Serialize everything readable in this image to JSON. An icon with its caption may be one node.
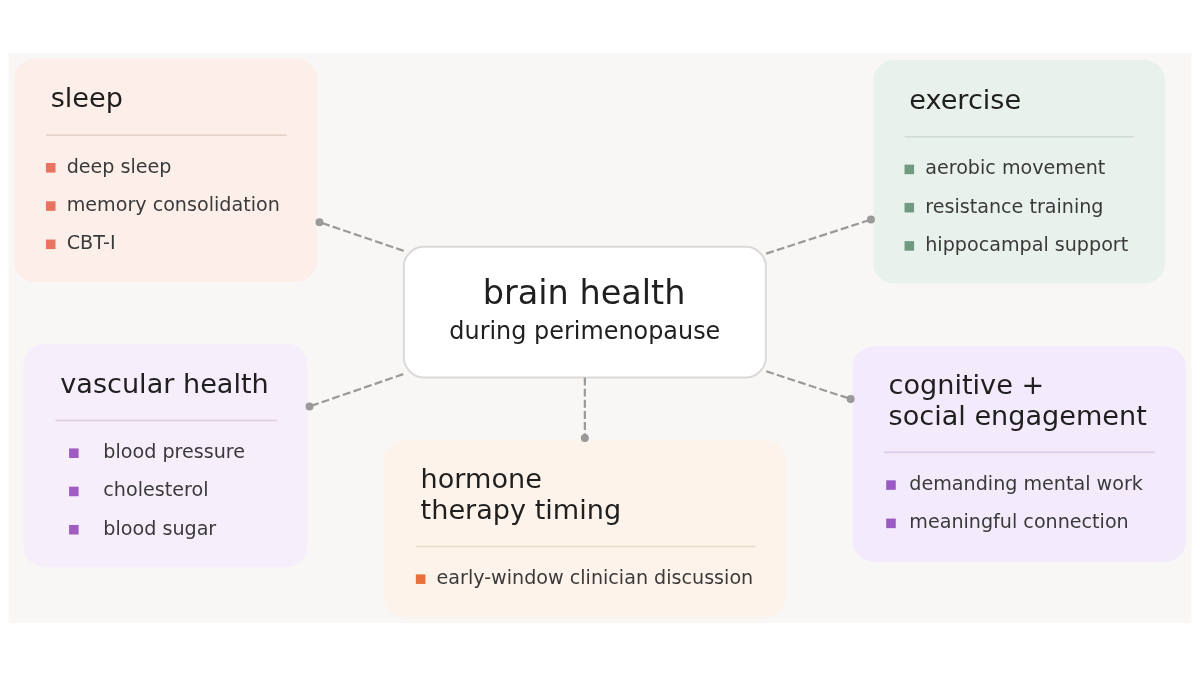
{
  "diagram": {
    "nodes": [
      {
        "text": [
          "sleep",
          "deep sleep",
          "memory consolidation",
          "CBT-I"
        ]
      },
      {
        "text": [
          "exercise",
          "aerobic movement",
          "resistance training",
          "hippocampal support"
        ]
      },
      {
        "text": [
          "brain health",
          "during perimenopause"
        ]
      },
      {
        "text": [
          "vascular health",
          "blood pressure",
          "cholesterol",
          "blood sugar"
        ]
      },
      {
        "text": [
          "cognitive + social engagement",
          "demanding mental work",
          "meaningful connection"
        ]
      },
      {
        "text": [
          "hormone therapy timing",
          "early-window clinician discussion"
        ]
      }
    ],
    "edges": [
      {
        "from": 2,
        "to": 0,
        "arrow": "other",
        "style": "dashed"
      },
      {
        "from": 2,
        "to": 1,
        "arrow": "other",
        "style": "dashed"
      },
      {
        "from": 2,
        "to": 3,
        "arrow": "other",
        "style": "dashed"
      },
      {
        "from": 2,
        "to": 4,
        "arrow": "other",
        "style": "dashed"
      },
      {
        "from": 2,
        "to": 5,
        "arrow": "other",
        "style": "dashed"
      }
    ]
  }
}
